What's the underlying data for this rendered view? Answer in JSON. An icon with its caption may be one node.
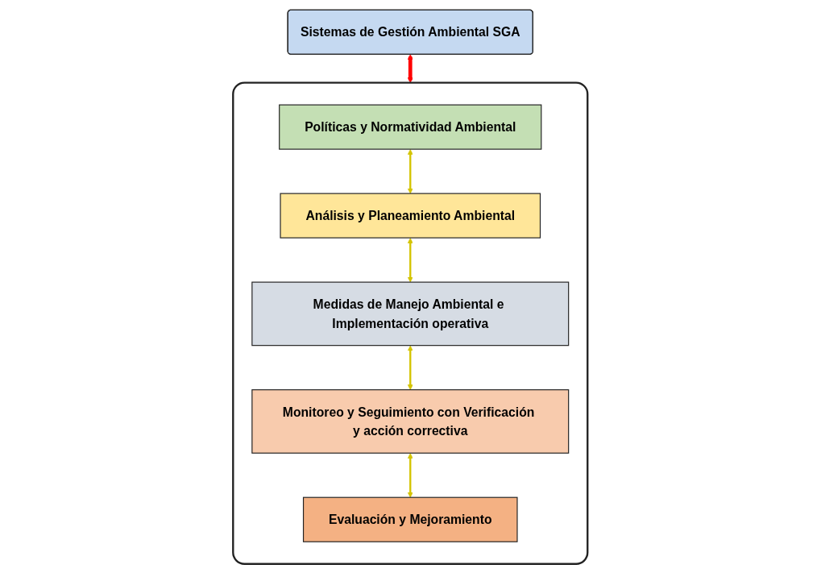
{
  "diagram": {
    "nodes": [
      {
        "text": [
          "Sistemas de Gestión Ambiental SGA"
        ]
      },
      {
        "text": [],
        "shape": "box"
      },
      {
        "text": [
          "Políticas y Normatividad Ambiental"
        ],
        "in": 1
      },
      {
        "text": [
          "Análisis y Planeamiento Ambiental"
        ],
        "in": 1
      },
      {
        "text": [
          "Medidas de Manejo Ambiental e Implementación operativa"
        ],
        "in": 1
      },
      {
        "text": [
          "Monitoreo y Seguimiento con Verificación y acción correctiva"
        ],
        "in": 1
      },
      {
        "text": [
          "Evaluación y Mejoramiento"
        ],
        "in": 1
      }
    ],
    "edges": [
      {
        "from": 0,
        "to": 1,
        "arrow": "both",
        "style": "thick",
        "color": "#ff0000"
      },
      {
        "from": 2,
        "to": 3,
        "arrow": "both"
      },
      {
        "from": 3,
        "to": 4,
        "arrow": "both"
      },
      {
        "from": 4,
        "to": 5,
        "arrow": "both"
      },
      {
        "from": 5,
        "to": 6,
        "arrow": "both"
      }
    ]
  }
}
